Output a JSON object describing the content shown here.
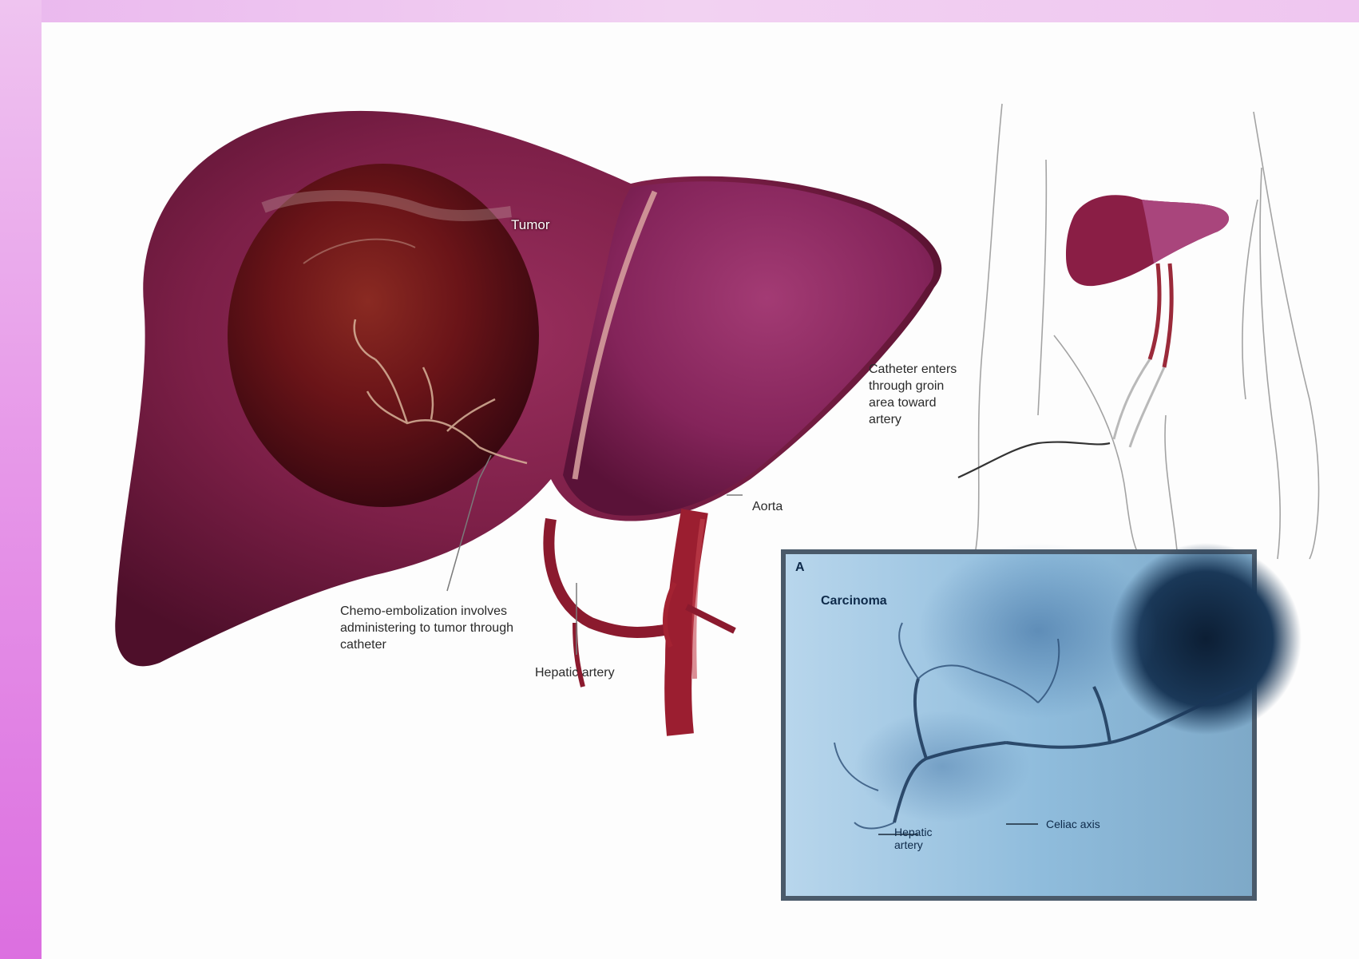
{
  "labels": {
    "tumor": "Tumor",
    "celiac_note": "Catheter enters through groin area toward artery",
    "aorta": "Aorta",
    "chemo_note": "Chemo-embolization involves administering to tumor through catheter",
    "hepatic_artery": "Hepatic artery",
    "xray_title": "Carcinoma",
    "xray_hepatic": "Hepatic artery",
    "xray_celiac": "Celiac axis",
    "xray_corner": "A"
  },
  "colors": {
    "frame_pink": "#e79ae9",
    "liver": "#7a1c43",
    "tumor": "#4a0c14",
    "xray": "#9cc4e0"
  }
}
